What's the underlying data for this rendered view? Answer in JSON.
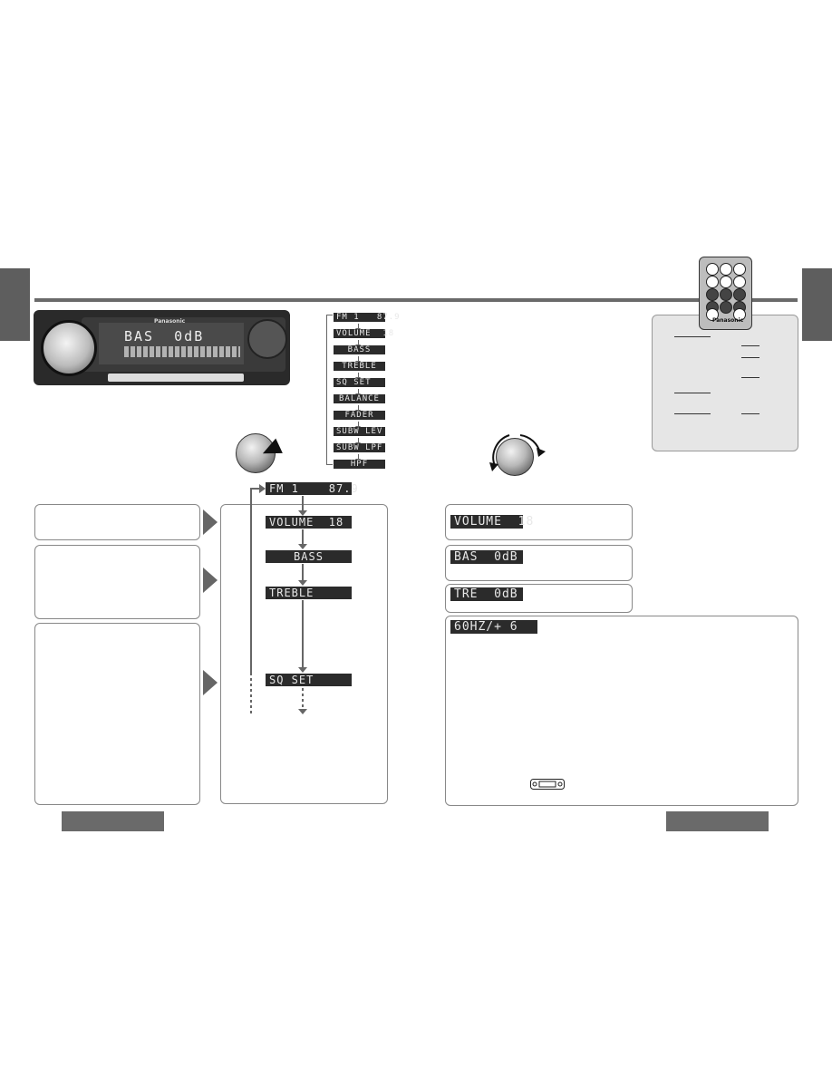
{
  "displays": {
    "sequence_small": [
      "FM 1   87.9",
      "VOLUME  18",
      "BASS",
      "TREBLE",
      "SQ SET",
      "BALANCE",
      "FADER",
      "SUBW LEV",
      "SUBW LPF",
      "HPF"
    ],
    "sequence_main": [
      "FM 1    87.9",
      "VOLUME  18",
      "BASS",
      "TREBLE",
      "SQ SET"
    ],
    "right_volume": "VOLUME  18",
    "right_bass": "BAS  0dB",
    "right_treble": "TRE  0dB",
    "right_sq": "60HZ/+ 6"
  },
  "radio": {
    "display_text": "BAS  0dB",
    "brand": "Panasonic"
  },
  "remote": {
    "brand": "Panasonic"
  },
  "colors": {
    "tab": "#5e5e5e",
    "rule": "#6a6a6a",
    "lcd_bg": "#2b2b2b",
    "lcd_text": "#e8e8e8",
    "remote_panel": "#e6e6e6"
  },
  "icons": [
    "knob-press-icon",
    "knob-rotate-icon",
    "connector-icon"
  ]
}
